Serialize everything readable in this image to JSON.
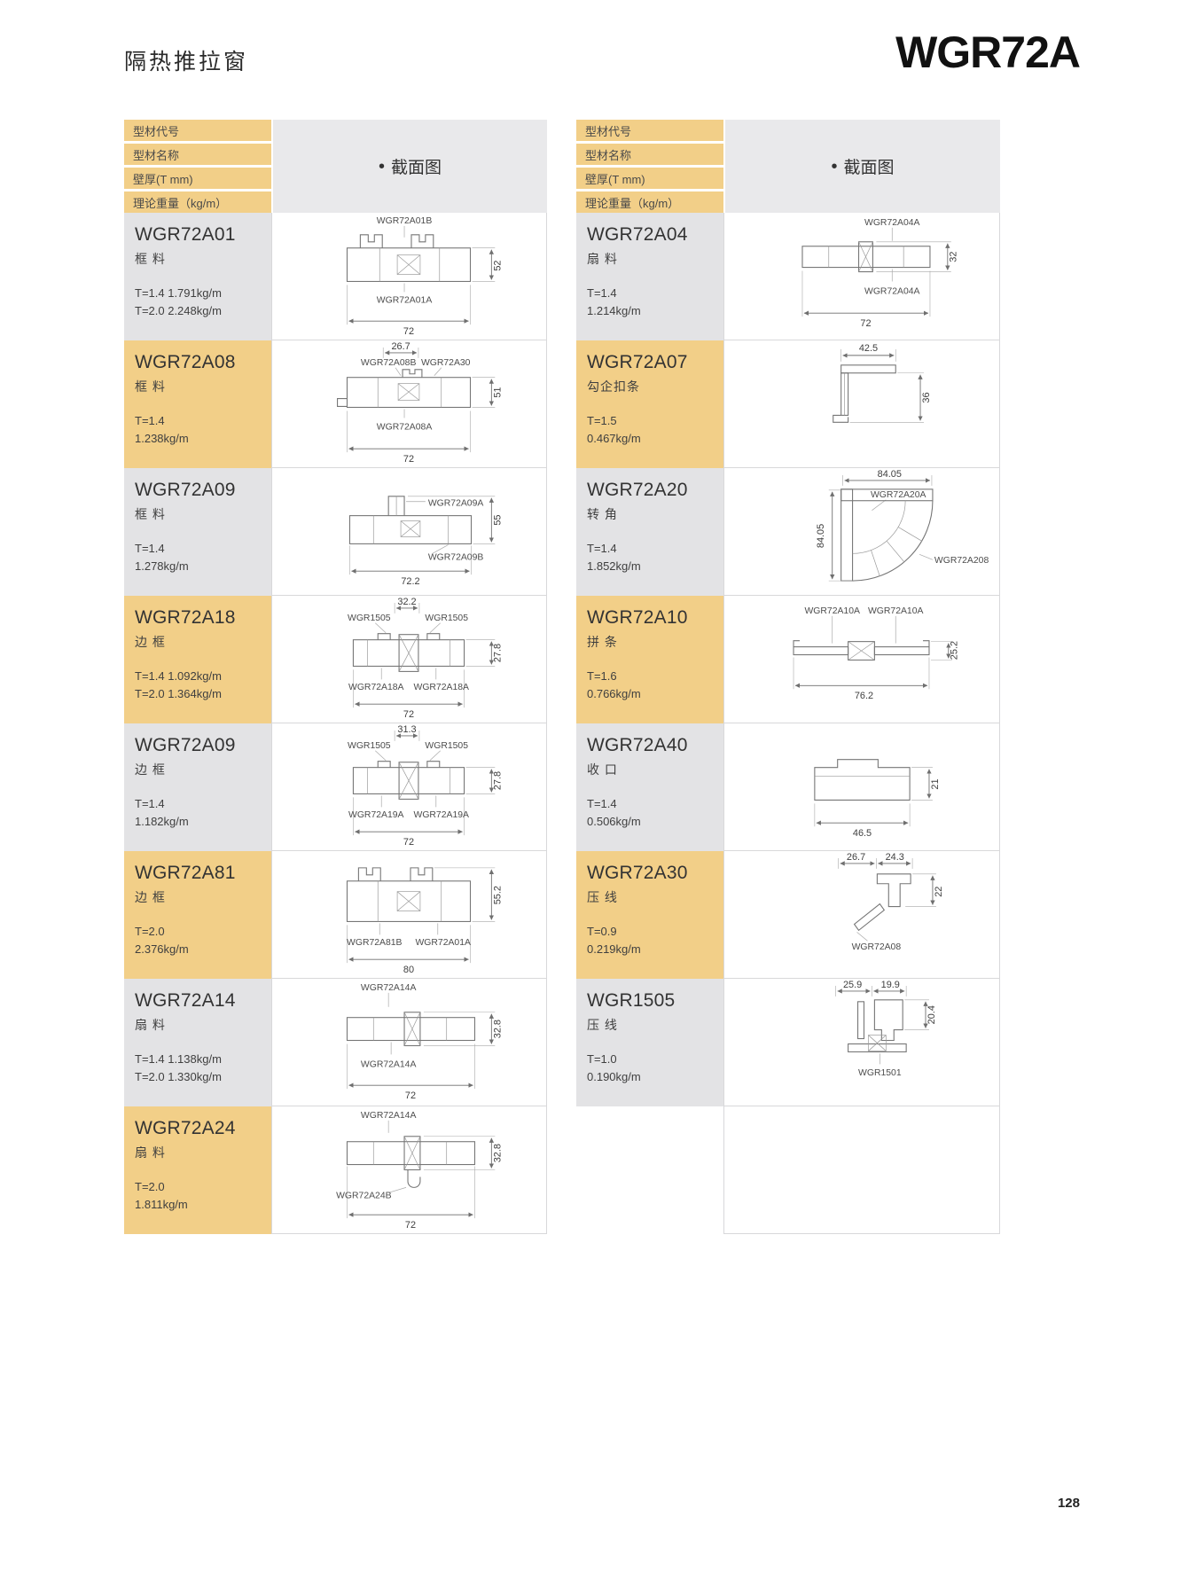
{
  "page": {
    "title": "隔热推拉窗",
    "model": "WGR72A",
    "page_number": "128"
  },
  "header": {
    "row1": "型材代号",
    "row2": "型材名称",
    "row3": "壁厚(T mm)",
    "row4": "理论重量（kg/m）",
    "bullet": "•",
    "section": "截面图"
  },
  "left": {
    "rows": [
      {
        "code": "WGR72A01",
        "type": "框 料",
        "spec1": "T=1.4  1.791kg/m",
        "spec2": "T=2.0  2.248kg/m",
        "diagram": {
          "top_label": "WGR72A01B",
          "right_dim": "52",
          "bottom_label": "WGR72A01A",
          "bottom_dim": "72"
        }
      },
      {
        "code": "WGR72A08",
        "type": "框 料",
        "spec1": "T=1.4",
        "spec2": "1.238kg/m",
        "diagram": {
          "top_dim": "26.7",
          "top_label": "WGR72A08B",
          "top_label2": "WGR72A30",
          "right_dim": "51",
          "bottom_label": "WGR72A08A",
          "bottom_dim": "72"
        }
      },
      {
        "code": "WGR72A09",
        "type": "框 料",
        "spec1": "T=1.4",
        "spec2": "1.278kg/m",
        "diagram": {
          "side_label": "WGR72A09A",
          "side_label2": "WGR72A09B",
          "right_dim": "55",
          "bottom_dim": "72.2"
        }
      },
      {
        "code": "WGR72A18",
        "type": "边 框",
        "spec1": "T=1.4  1.092kg/m",
        "spec2": "T=2.0  1.364kg/m",
        "diagram": {
          "top_dim": "32.2",
          "top_label": "WGR1505",
          "top_label2": "WGR1505",
          "right_dim": "27.8",
          "bottom_label": "WGR72A18A",
          "bottom_label2": "WGR72A18A",
          "bottom_dim": "72"
        }
      },
      {
        "code": "WGR72A09",
        "type": "边 框",
        "spec1": "T=1.4",
        "spec2": "1.182kg/m",
        "diagram": {
          "top_dim": "31.3",
          "top_label": "WGR1505",
          "top_label2": "WGR1505",
          "right_dim": "27.8",
          "bottom_label": "WGR72A19A",
          "bottom_label2": "WGR72A19A",
          "bottom_dim": "72"
        }
      },
      {
        "code": "WGR72A81",
        "type": "边 框",
        "spec1": "T=2.0",
        "spec2": "2.376kg/m",
        "diagram": {
          "right_dim": "55.2",
          "bottom_label": "WGR72A81B",
          "bottom_label2": "WGR72A01A",
          "bottom_dim": "80"
        }
      },
      {
        "code": "WGR72A14",
        "type": "扇 料",
        "spec1": "T=1.4  1.138kg/m",
        "spec2": "T=2.0  1.330kg/m",
        "diagram": {
          "top_label": "WGR72A14A",
          "right_dim": "32.8",
          "bottom_label": "WGR72A14A",
          "bottom_dim": "72"
        }
      },
      {
        "code": "WGR72A24",
        "type": "扇 料",
        "spec1": "T=2.0",
        "spec2": "1.811kg/m",
        "diagram": {
          "top_label": "WGR72A14A",
          "side_label": "WGR72A24B",
          "right_dim": "32.8",
          "bottom_dim": "72"
        }
      }
    ]
  },
  "right": {
    "rows": [
      {
        "code": "WGR72A04",
        "type": "扇 料",
        "spec1": "T=1.4",
        "spec2": "1.214kg/m",
        "diagram": {
          "top_label": "WGR72A04A",
          "right_dim": "32",
          "bottom_label": "WGR72A04A",
          "bottom_dim": "72"
        }
      },
      {
        "code": "WGR72A07",
        "type": "勾企扣条",
        "spec1": "T=1.5",
        "spec2": "0.467kg/m",
        "diagram": {
          "top_dim": "42.5",
          "right_dim": "36"
        }
      },
      {
        "code": "WGR72A20",
        "type": "转 角",
        "spec1": "T=1.4",
        "spec2": "1.852kg/m",
        "diagram": {
          "top_dim": "84.05",
          "top_label": "WGR72A20A",
          "left_dim": "84.05",
          "side_label": "WGR72A208"
        }
      },
      {
        "code": "WGR72A10",
        "type": "拼 条",
        "spec1": "T=1.6",
        "spec2": "0.766kg/m",
        "diagram": {
          "top_label": "WGR72A10A",
          "top_label2": "WGR72A10A",
          "right_dim": "25.2",
          "bottom_dim": "76.2"
        }
      },
      {
        "code": "WGR72A40",
        "type": "收 口",
        "spec1": "T=1.4",
        "spec2": "0.506kg/m",
        "diagram": {
          "right_dim": "21",
          "bottom_dim": "46.5"
        }
      },
      {
        "code": "WGR72A30",
        "type": "压 线",
        "spec1": "T=0.9",
        "spec2": "0.219kg/m",
        "diagram": {
          "top_dim": "26.7",
          "top_dim2": "24.3",
          "right_dim": "22",
          "bottom_label": "WGR72A08"
        }
      },
      {
        "code": "WGR1505",
        "type": "压 线",
        "spec1": "T=1.0",
        "spec2": "0.190kg/m",
        "diagram": {
          "top_dim": "25.9",
          "top_dim2": "19.9",
          "right_dim": "20.4",
          "bottom_label": "WGR1501"
        }
      },
      {
        "code": "",
        "type": "",
        "spec1": "",
        "spec2": "",
        "diagram": {}
      }
    ]
  }
}
